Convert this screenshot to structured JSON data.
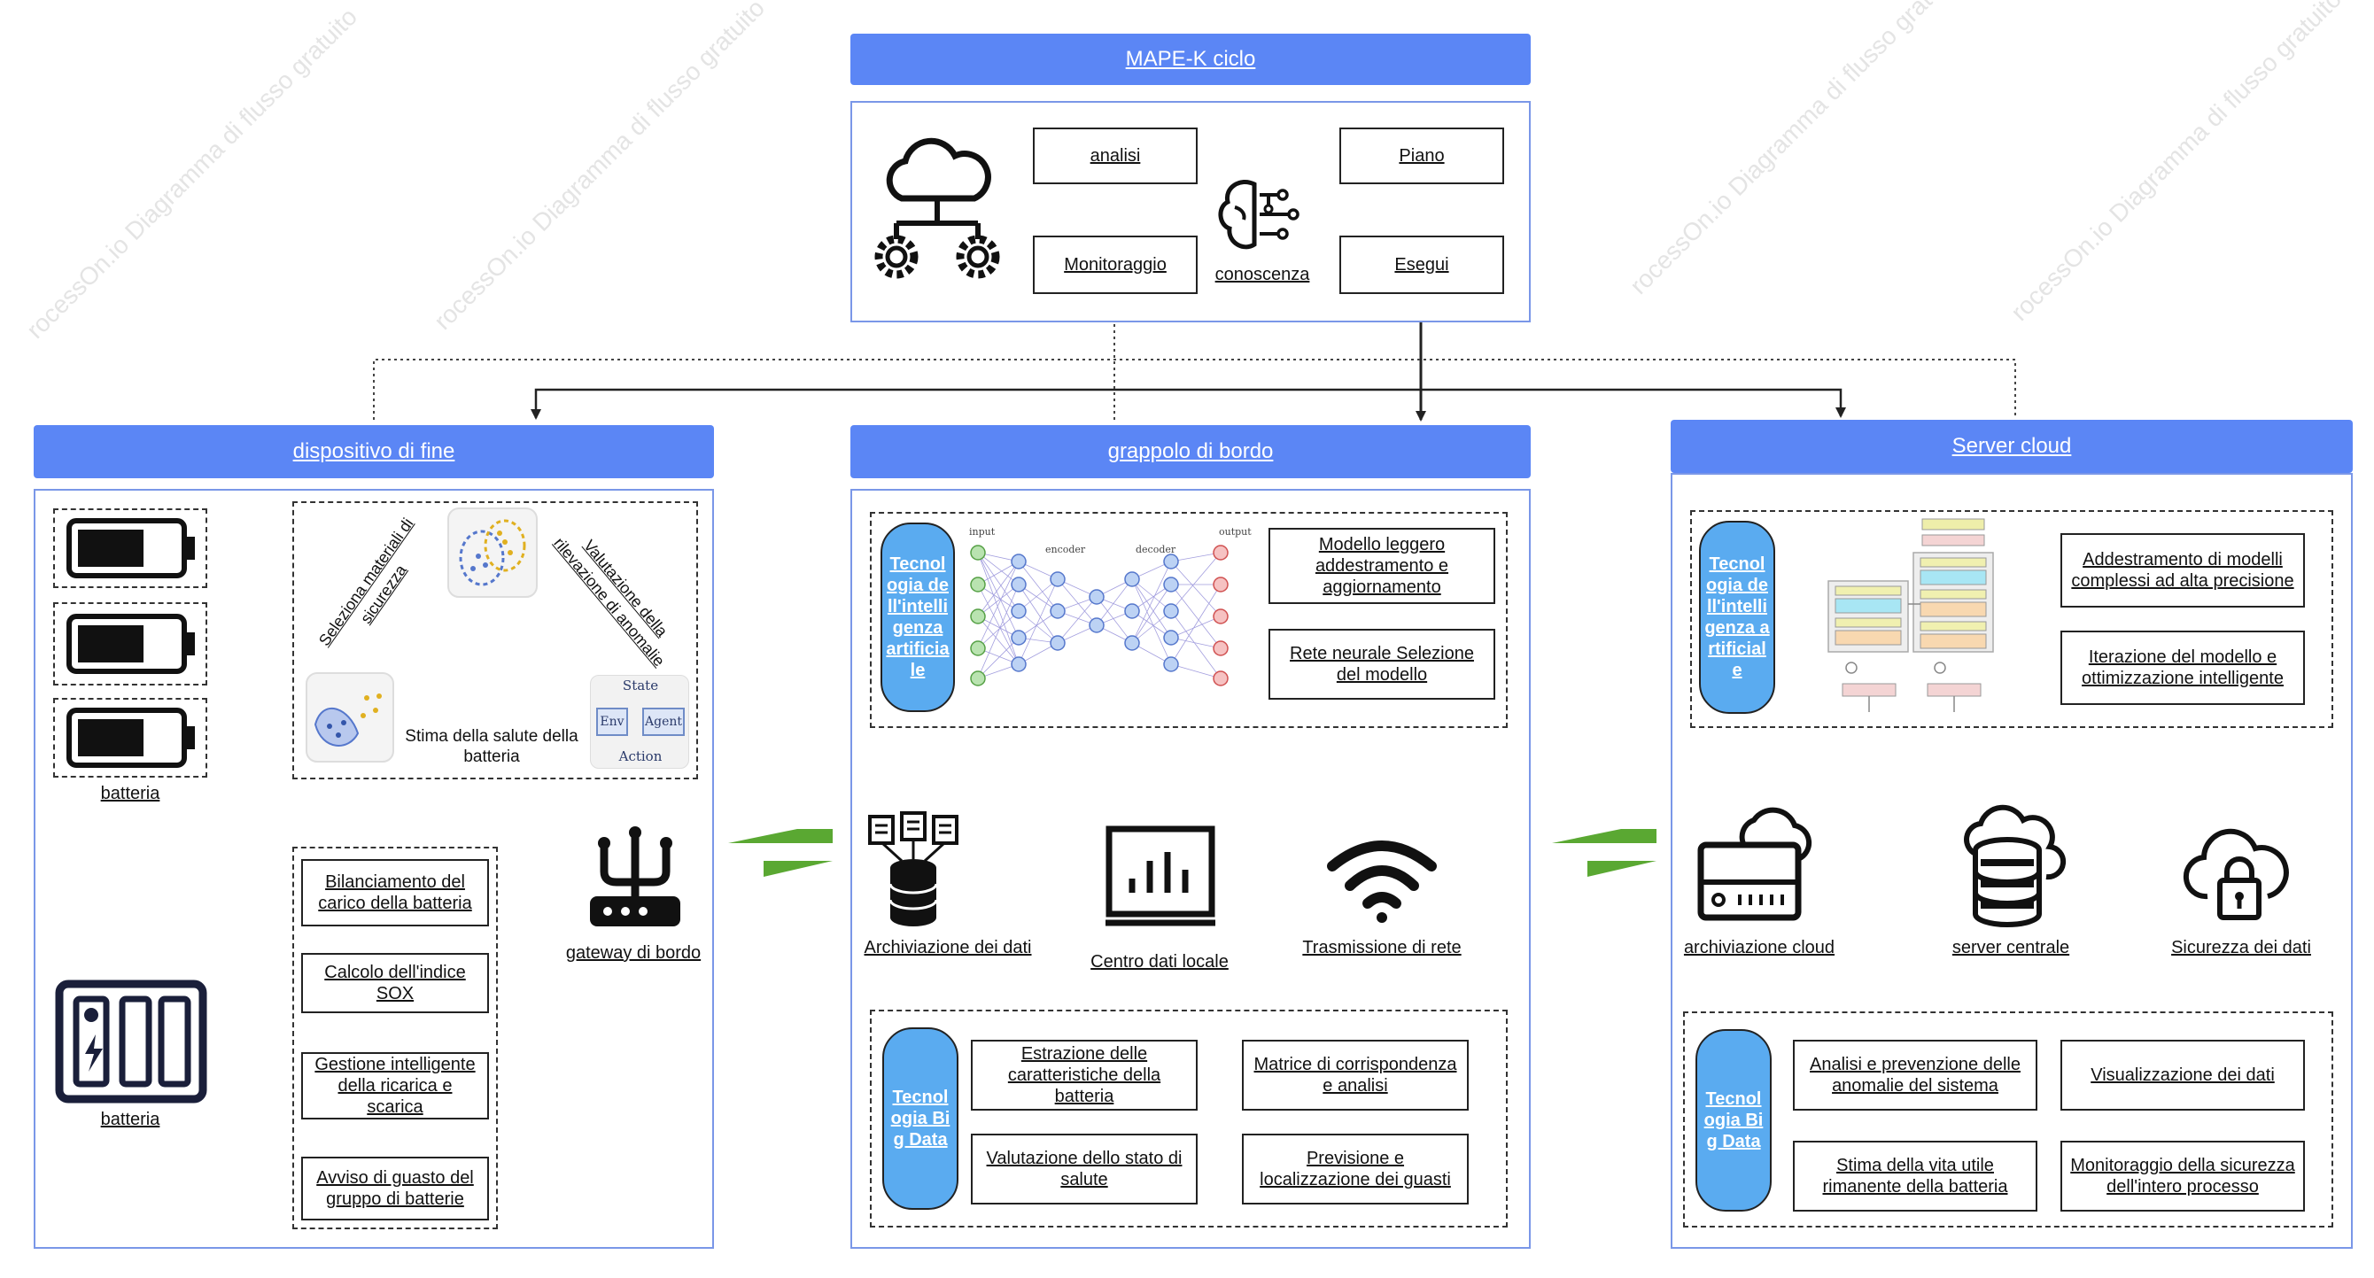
{
  "watermark": "rocessOn.io Diagramma di flusso gratuito",
  "mape": {
    "title": "MAPE-K ciclo",
    "analisi": "analisi",
    "piano": "Piano",
    "monitoraggio": "Monitoraggio",
    "esegui": "Esegui",
    "conoscenza": "conoscenza"
  },
  "device": {
    "title": "dispositivo di fine",
    "battery_label_1": "batteria",
    "battery_label_2": "batteria",
    "edge_gateway": "gateway di bordo",
    "rl_select": "Seleziona materiali di sicurezza",
    "rl_eval": "Valutazione della rilevazione di anomalie",
    "rl_soh": "Stima della salute della batteria",
    "rl_state": "State",
    "rl_env": "Env",
    "rl_agent": "Agent",
    "rl_action": "Action",
    "steps": [
      "Bilanciamento del carico della batteria",
      "Calcolo dell'indice SOX",
      "Gestione intelligente della ricarica e scarica",
      "Avviso di guasto del gruppo di batterie"
    ]
  },
  "edge": {
    "title": "grappolo di bordo",
    "ai_pill": "Tecnologia dell'intelligenza artificiale",
    "nn_input": "input",
    "nn_encoder": "encoder",
    "nn_decoder": "decoder",
    "nn_output": "output",
    "ai_boxes": [
      "Modello leggero addestramento e aggiornamento",
      "Rete neurale Selezione del modello"
    ],
    "storage": "Archiviazione dei dati",
    "local_dc": "Centro dati locale",
    "network": "Trasmissione di rete",
    "bd_pill": "Tecnologia Big Data",
    "bd_boxes": [
      "Estrazione delle caratteristiche della batteria",
      "Matrice di corrispondenza e analisi",
      "Valutazione dello stato di salute",
      "Previsione e localizzazione dei guasti"
    ]
  },
  "cloud": {
    "title": "Server cloud",
    "ai_pill": "Tecnologia dell'intelligenza artificiale",
    "ai_boxes": [
      "Addestramento di modelli complessi ad alta precisione",
      "Iterazione del modello e ottimizzazione intelligente"
    ],
    "cloud_storage": "archiviazione cloud",
    "central_server": "server centrale",
    "data_security": "Sicurezza dei dati",
    "bd_pill": "Tecnologia Big Data",
    "bd_boxes": [
      "Analisi e prevenzione delle anomalie del sistema",
      "Visualizzazione dei dati",
      "Stima della vita utile rimanente della batteria",
      "Monitoraggio della sicurezza dell'intero processo"
    ]
  },
  "colors": {
    "header": "#5b86f5",
    "panel_border": "#7a97e8",
    "pill": "#5aabf0",
    "exchange_arrow": "#5aa832"
  }
}
